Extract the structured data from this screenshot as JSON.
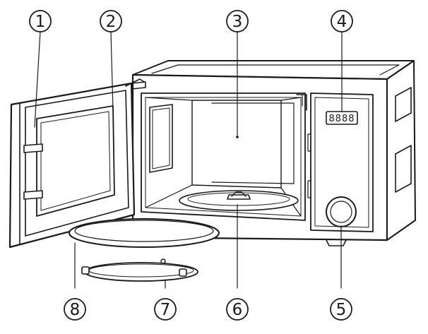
{
  "callouts": [
    {
      "id": "c1",
      "label": "1"
    },
    {
      "id": "c2",
      "label": "2"
    },
    {
      "id": "c3",
      "label": "3"
    },
    {
      "id": "c4",
      "label": "4"
    },
    {
      "id": "c5",
      "label": "5"
    },
    {
      "id": "c6",
      "label": "6"
    },
    {
      "id": "c7",
      "label": "7"
    },
    {
      "id": "c8",
      "label": "8"
    }
  ],
  "display": {
    "digits": "8888"
  },
  "colors": {
    "line": "#1a1a1a",
    "fill": "#ffffff",
    "shade": "#eeeeee"
  }
}
